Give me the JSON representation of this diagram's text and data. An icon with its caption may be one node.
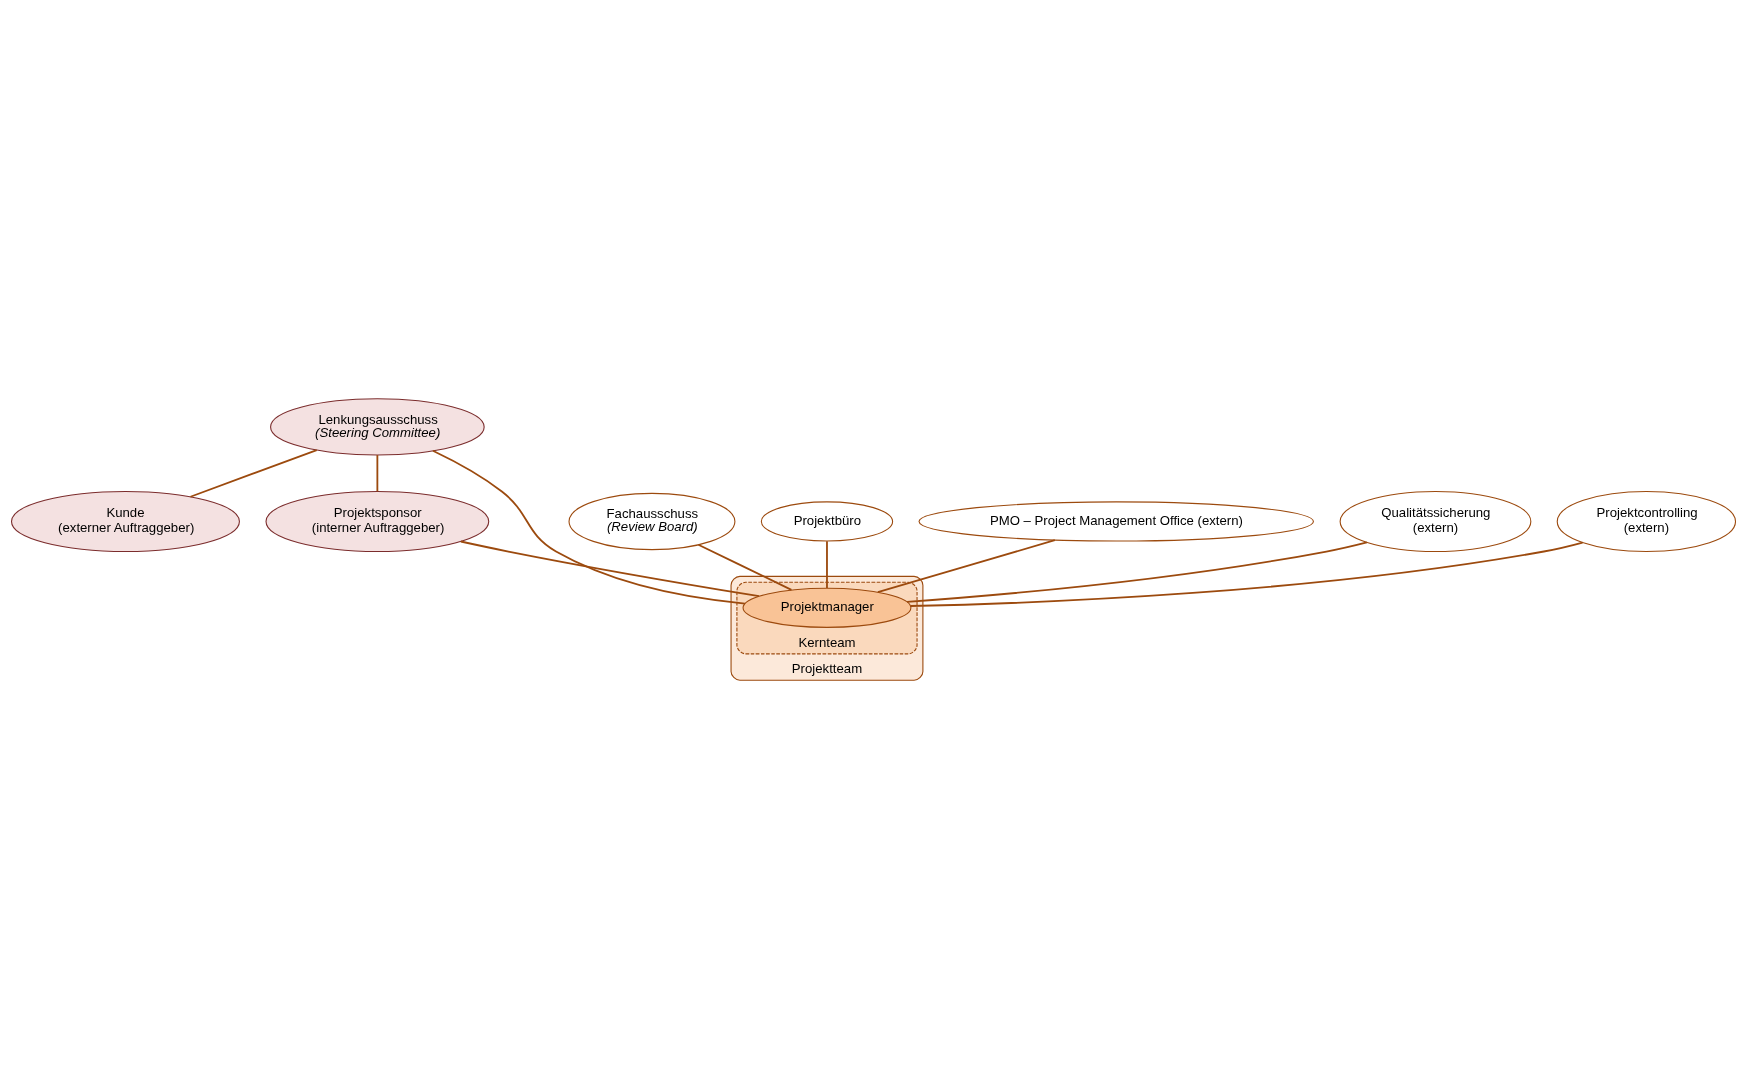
{
  "diagram": {
    "nodes": [
      {
        "text": [
          "Lenkungsausschuss",
          "(Steering Committee)"
        ]
      },
      {
        "text": [
          "Kunde",
          "(externer Auftraggeber)"
        ]
      },
      {
        "text": [
          "Projektsponsor",
          "(interner Auftraggeber)"
        ]
      },
      {
        "text": [
          "Fachausschuss",
          "(Review Board)"
        ]
      },
      {
        "text": [
          "Projektbüro"
        ]
      },
      {
        "text": [
          "Projektteam"
        ]
      },
      {
        "text": [
          "Kernteam"
        ],
        "in": 5
      },
      {
        "text": [
          "Projektmanager"
        ],
        "in": 6
      },
      {
        "text": [
          "PMO – Project Management Office (extern)"
        ]
      },
      {
        "text": [
          "Qualitätssicherung",
          "(extern)"
        ]
      },
      {
        "text": [
          "Projektcontrolling",
          "(extern)"
        ]
      }
    ],
    "edges": [
      {
        "from": 0,
        "to": 1,
        "arrow": "none"
      },
      {
        "from": 0,
        "to": 2,
        "arrow": "none"
      },
      {
        "from": 0,
        "to": 7,
        "arrow": "none"
      },
      {
        "from": 2,
        "to": 7,
        "arrow": "none"
      },
      {
        "from": 3,
        "to": 7,
        "arrow": "none"
      },
      {
        "from": 4,
        "to": 7,
        "arrow": "none"
      },
      {
        "from": 9,
        "to": 7,
        "arrow": "none"
      },
      {
        "from": 8,
        "to": 7,
        "arrow": "none"
      },
      {
        "from": 10,
        "to": 7,
        "arrow": "none"
      }
    ]
  }
}
